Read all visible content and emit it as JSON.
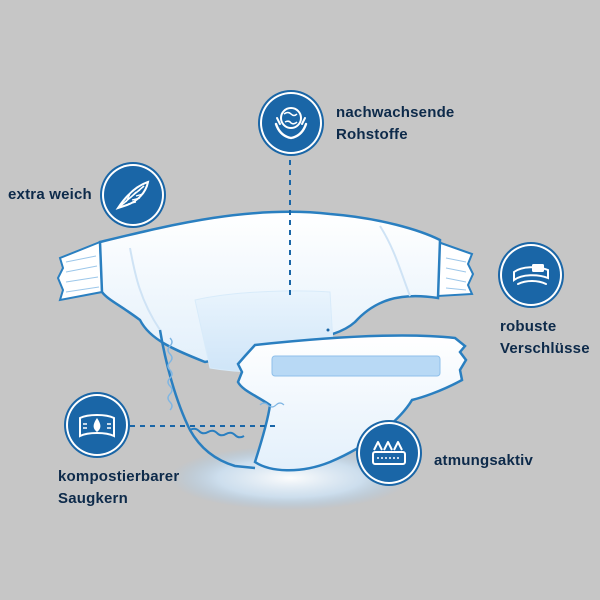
{
  "features": {
    "renewable": {
      "line1": "nachwachsende",
      "line2": "Rohstoffe",
      "icon": "globe-hands-icon"
    },
    "soft": {
      "label": "extra weich",
      "icon": "feather-icon"
    },
    "fasteners": {
      "line1": "robuste",
      "line2": "Verschlüsse",
      "icon": "fastener-tab-icon"
    },
    "core": {
      "line1": "kompostierbarer",
      "line2": "Saugkern",
      "icon": "absorbent-core-icon"
    },
    "breathable": {
      "label": "atmungsaktiv",
      "icon": "breathable-fabric-icon"
    }
  },
  "colors": {
    "background": "#c6c6c6",
    "accent": "#1a66a7",
    "text": "#0d2a4a",
    "diaper_outline": "#2a7fc0",
    "diaper_fill": "#eef6fd"
  }
}
